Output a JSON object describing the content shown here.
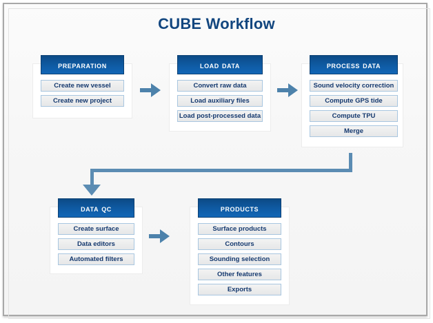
{
  "diagram": {
    "title": "CUBE Workflow",
    "accent_color": "#12467f",
    "header_color": "#0f5ba4",
    "arrow_color": "#4d82ab",
    "connector_color": "#5b8cb3",
    "item_text_color": "#14386e"
  },
  "groups": [
    {
      "id": "preparation",
      "header": "Preparation",
      "items": [
        "Create new vessel",
        "Create new project"
      ]
    },
    {
      "id": "load-data",
      "header": "Load Data",
      "items": [
        "Convert raw data",
        "Load auxiliary files",
        "Load post-processed data"
      ]
    },
    {
      "id": "process-data",
      "header": "Process Data",
      "items": [
        "Sound velocity correction",
        "Compute GPS tide",
        "Compute TPU",
        "Merge"
      ]
    },
    {
      "id": "data-qc",
      "header": "Data QC",
      "items": [
        "Create surface",
        "Data editors",
        "Automated filters"
      ]
    },
    {
      "id": "products",
      "header": "Products",
      "items": [
        "Surface products",
        "Contours",
        "Sounding selection",
        "Other features",
        "Exports"
      ]
    }
  ],
  "connectors": [
    {
      "id": "preparation-to-load-data",
      "type": "arrow-right"
    },
    {
      "id": "load-data-to-process-data",
      "type": "arrow-right"
    },
    {
      "id": "process-data-to-data-qc",
      "type": "elbow-down-left"
    },
    {
      "id": "data-qc-to-products",
      "type": "arrow-right"
    }
  ]
}
